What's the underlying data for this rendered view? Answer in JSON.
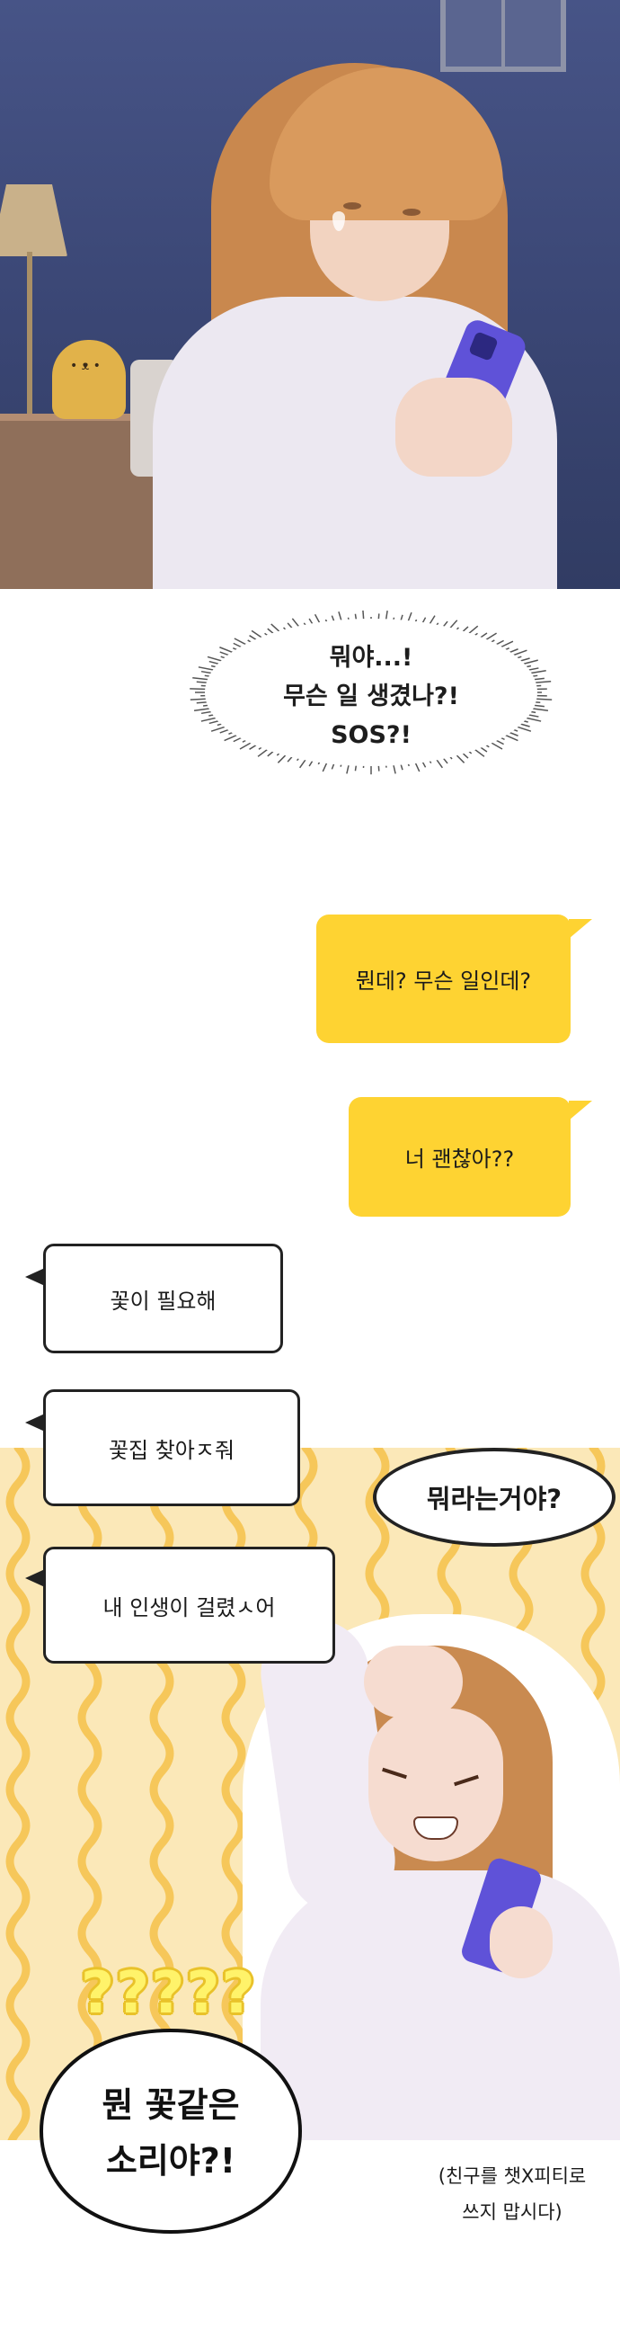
{
  "thought_bubble": {
    "lines": [
      "뭐야...!",
      "무슨 일 생겼나?!",
      "SOS?!"
    ]
  },
  "chat": {
    "sent": [
      "뭔데? 무슨 일인데?",
      "너 괜찮아??"
    ],
    "received": [
      "꽃이 필요해",
      "꽃집 찾아ㅈ줘",
      "내 인생이 걸렸ㅅ어"
    ],
    "colors": {
      "sent": "#fed332",
      "received": "#ffffff"
    }
  },
  "reaction_bubble": "뭐라는거야?",
  "question_marks": "?????",
  "shout_bubble": {
    "lines": [
      "뭔 꽃같은",
      "소리야?!"
    ]
  },
  "author_note": {
    "lines": [
      "(친구를 챗X피티로",
      "쓰지 맙시다)"
    ]
  }
}
